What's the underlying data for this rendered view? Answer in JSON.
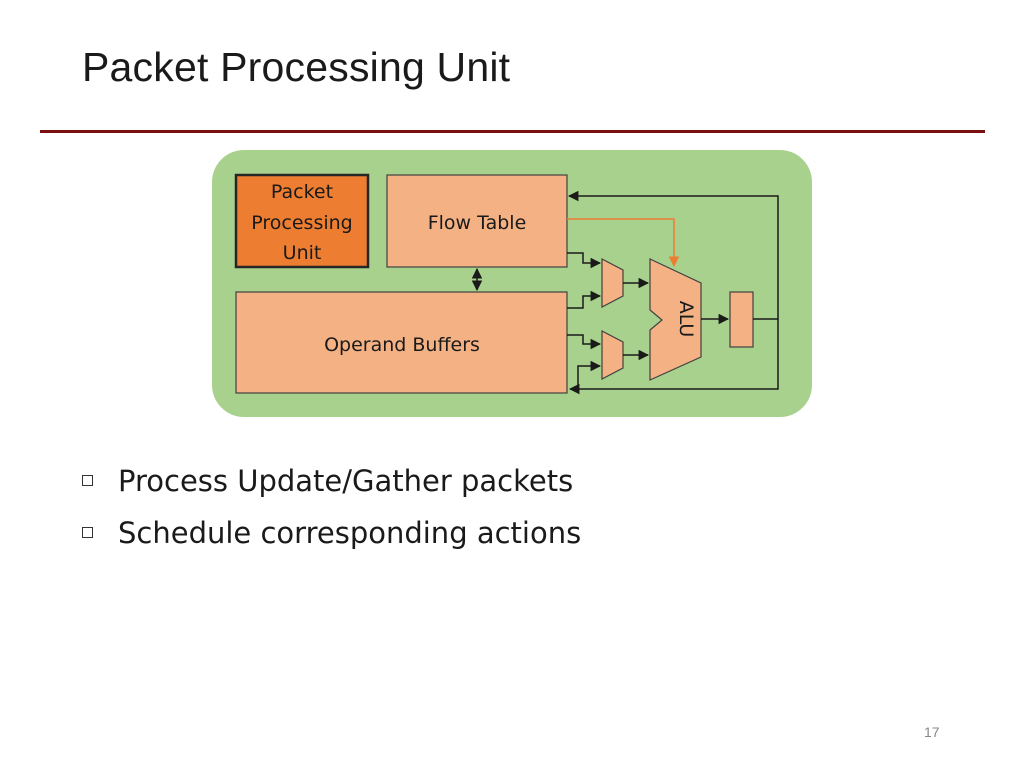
{
  "slide": {
    "title": "Packet Processing Unit",
    "page_number": "17"
  },
  "diagram": {
    "blocks": {
      "ppu": [
        "Packet",
        "Processing",
        "Unit"
      ],
      "flow_table": "Flow Table",
      "operand_buffers": "Operand Buffers",
      "alu": "ALU"
    },
    "colors": {
      "background": "#a9d18e",
      "block_fill": "#f4b183",
      "highlight_fill": "#ed7d31",
      "wire": "#1a1a1a",
      "control_wire": "#ed7d31"
    }
  },
  "bullets": [
    "Process Update/Gather packets",
    "Schedule corresponding actions"
  ]
}
